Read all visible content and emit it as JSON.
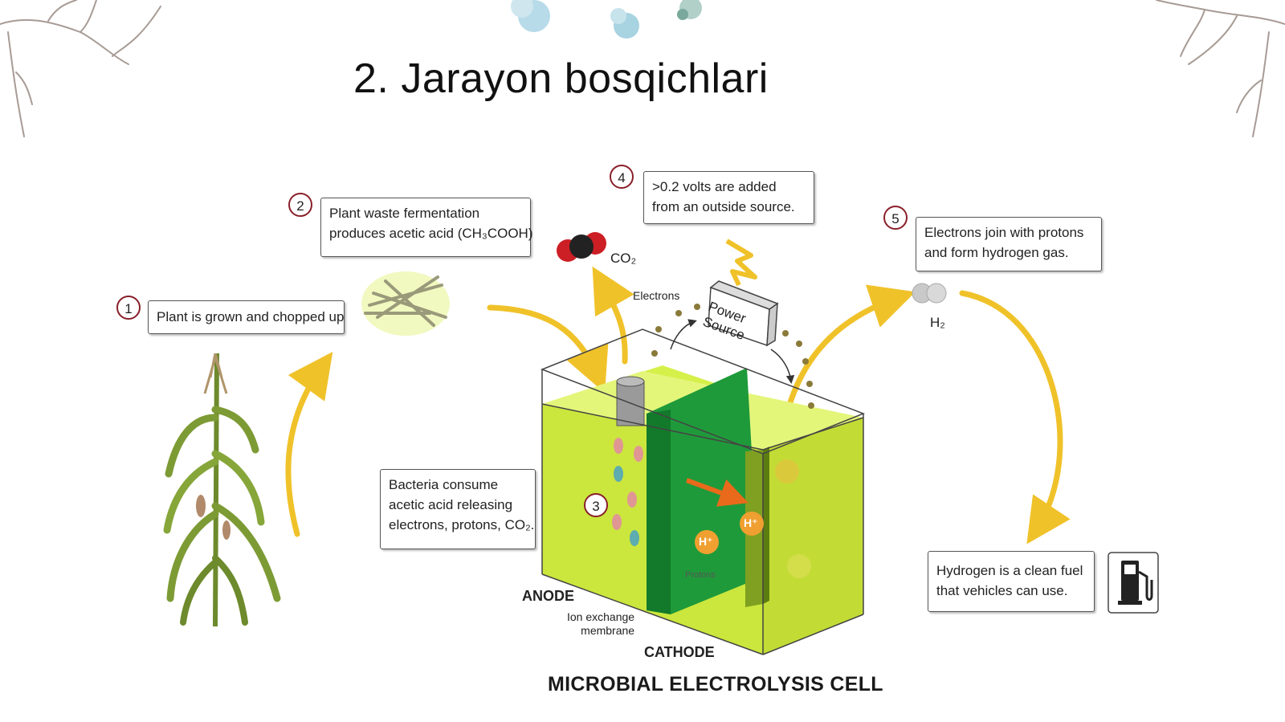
{
  "slide": {
    "title": "2. Jarayon bosqichlari"
  },
  "diagram": {
    "title": "MICROBIAL ELECTROLYSIS CELL",
    "steps": [
      {
        "num": "1",
        "lines": [
          "Plant is grown and chopped up"
        ]
      },
      {
        "num": "2",
        "lines": [
          "Plant waste fermentation",
          "produces acetic acid (CH₃COOH)"
        ]
      },
      {
        "num": "3",
        "lines": [
          "Bacteria consume",
          "acetic acid releasing",
          "electrons, protons, CO₂."
        ]
      },
      {
        "num": "4",
        "lines": [
          ">0.2 volts are added",
          "from an outside source."
        ]
      },
      {
        "num": "5",
        "lines": [
          "Electrons join with protons",
          "and form hydrogen gas."
        ]
      }
    ],
    "final_note": [
      "Hydrogen is a clean fuel",
      "that vehicles can use."
    ],
    "labels": {
      "co2": "CO₂",
      "h2": "H₂",
      "electrons": "Electrons",
      "power_source": [
        "Power",
        "Source"
      ],
      "anode": "ANODE",
      "ion_exchange_membrane": [
        "Ion exchange",
        "membrane"
      ],
      "cathode": "CATHODE",
      "protons": "Protons",
      "proton_symbol": "H⁺"
    },
    "colors": {
      "liquid": "#d6f04a",
      "membrane": "#1f9a3a",
      "arrow": "#f0c22a",
      "step_circle": "#8a1f2a"
    }
  }
}
